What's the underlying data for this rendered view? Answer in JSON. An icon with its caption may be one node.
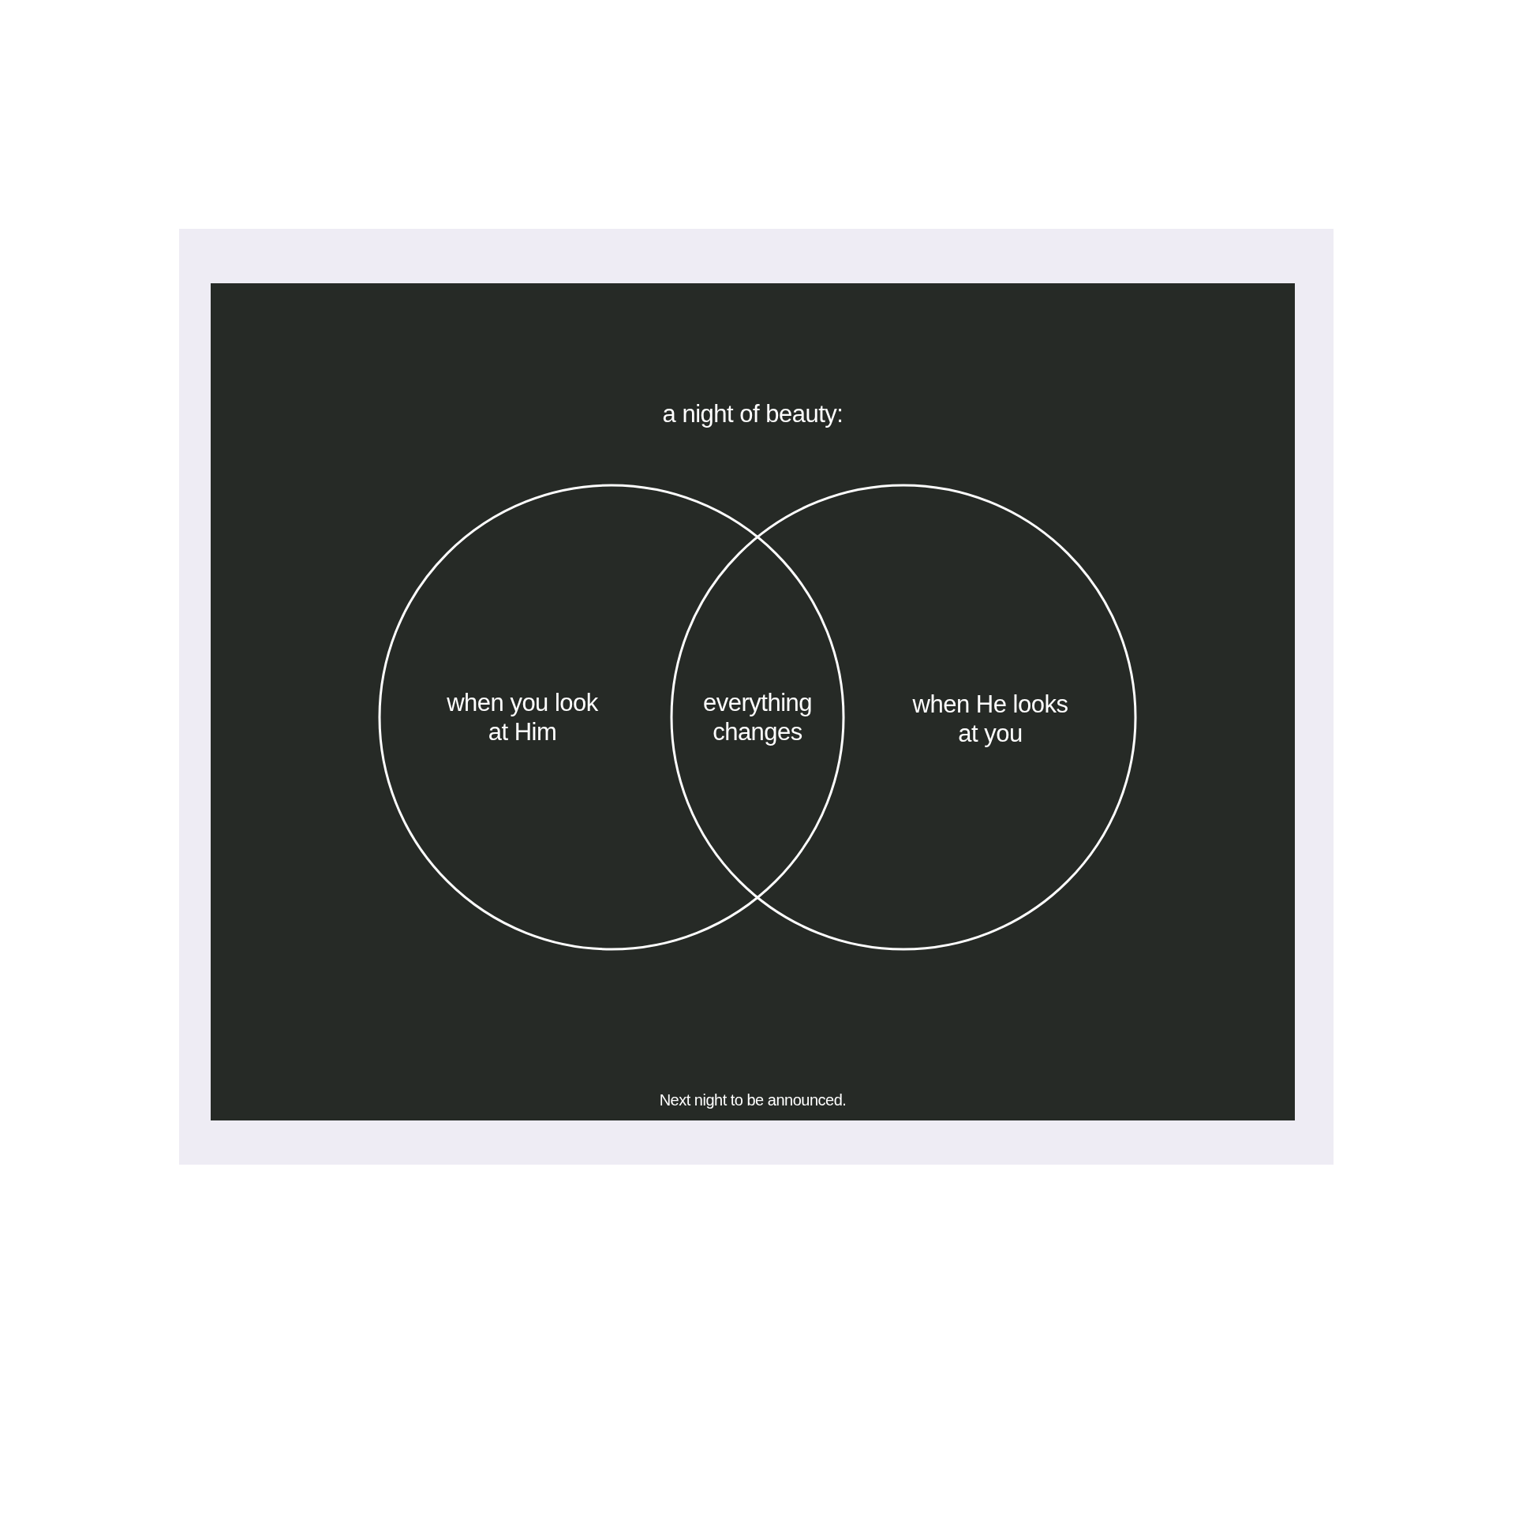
{
  "diagram": {
    "title": "a night of beauty:",
    "caption": "Next night to be announced.",
    "nodes": [
      {
        "text": [
          "when you look at Him"
        ]
      },
      {
        "text": [
          "everything changes"
        ]
      },
      {
        "text": [
          "when He looks at you"
        ]
      }
    ]
  }
}
